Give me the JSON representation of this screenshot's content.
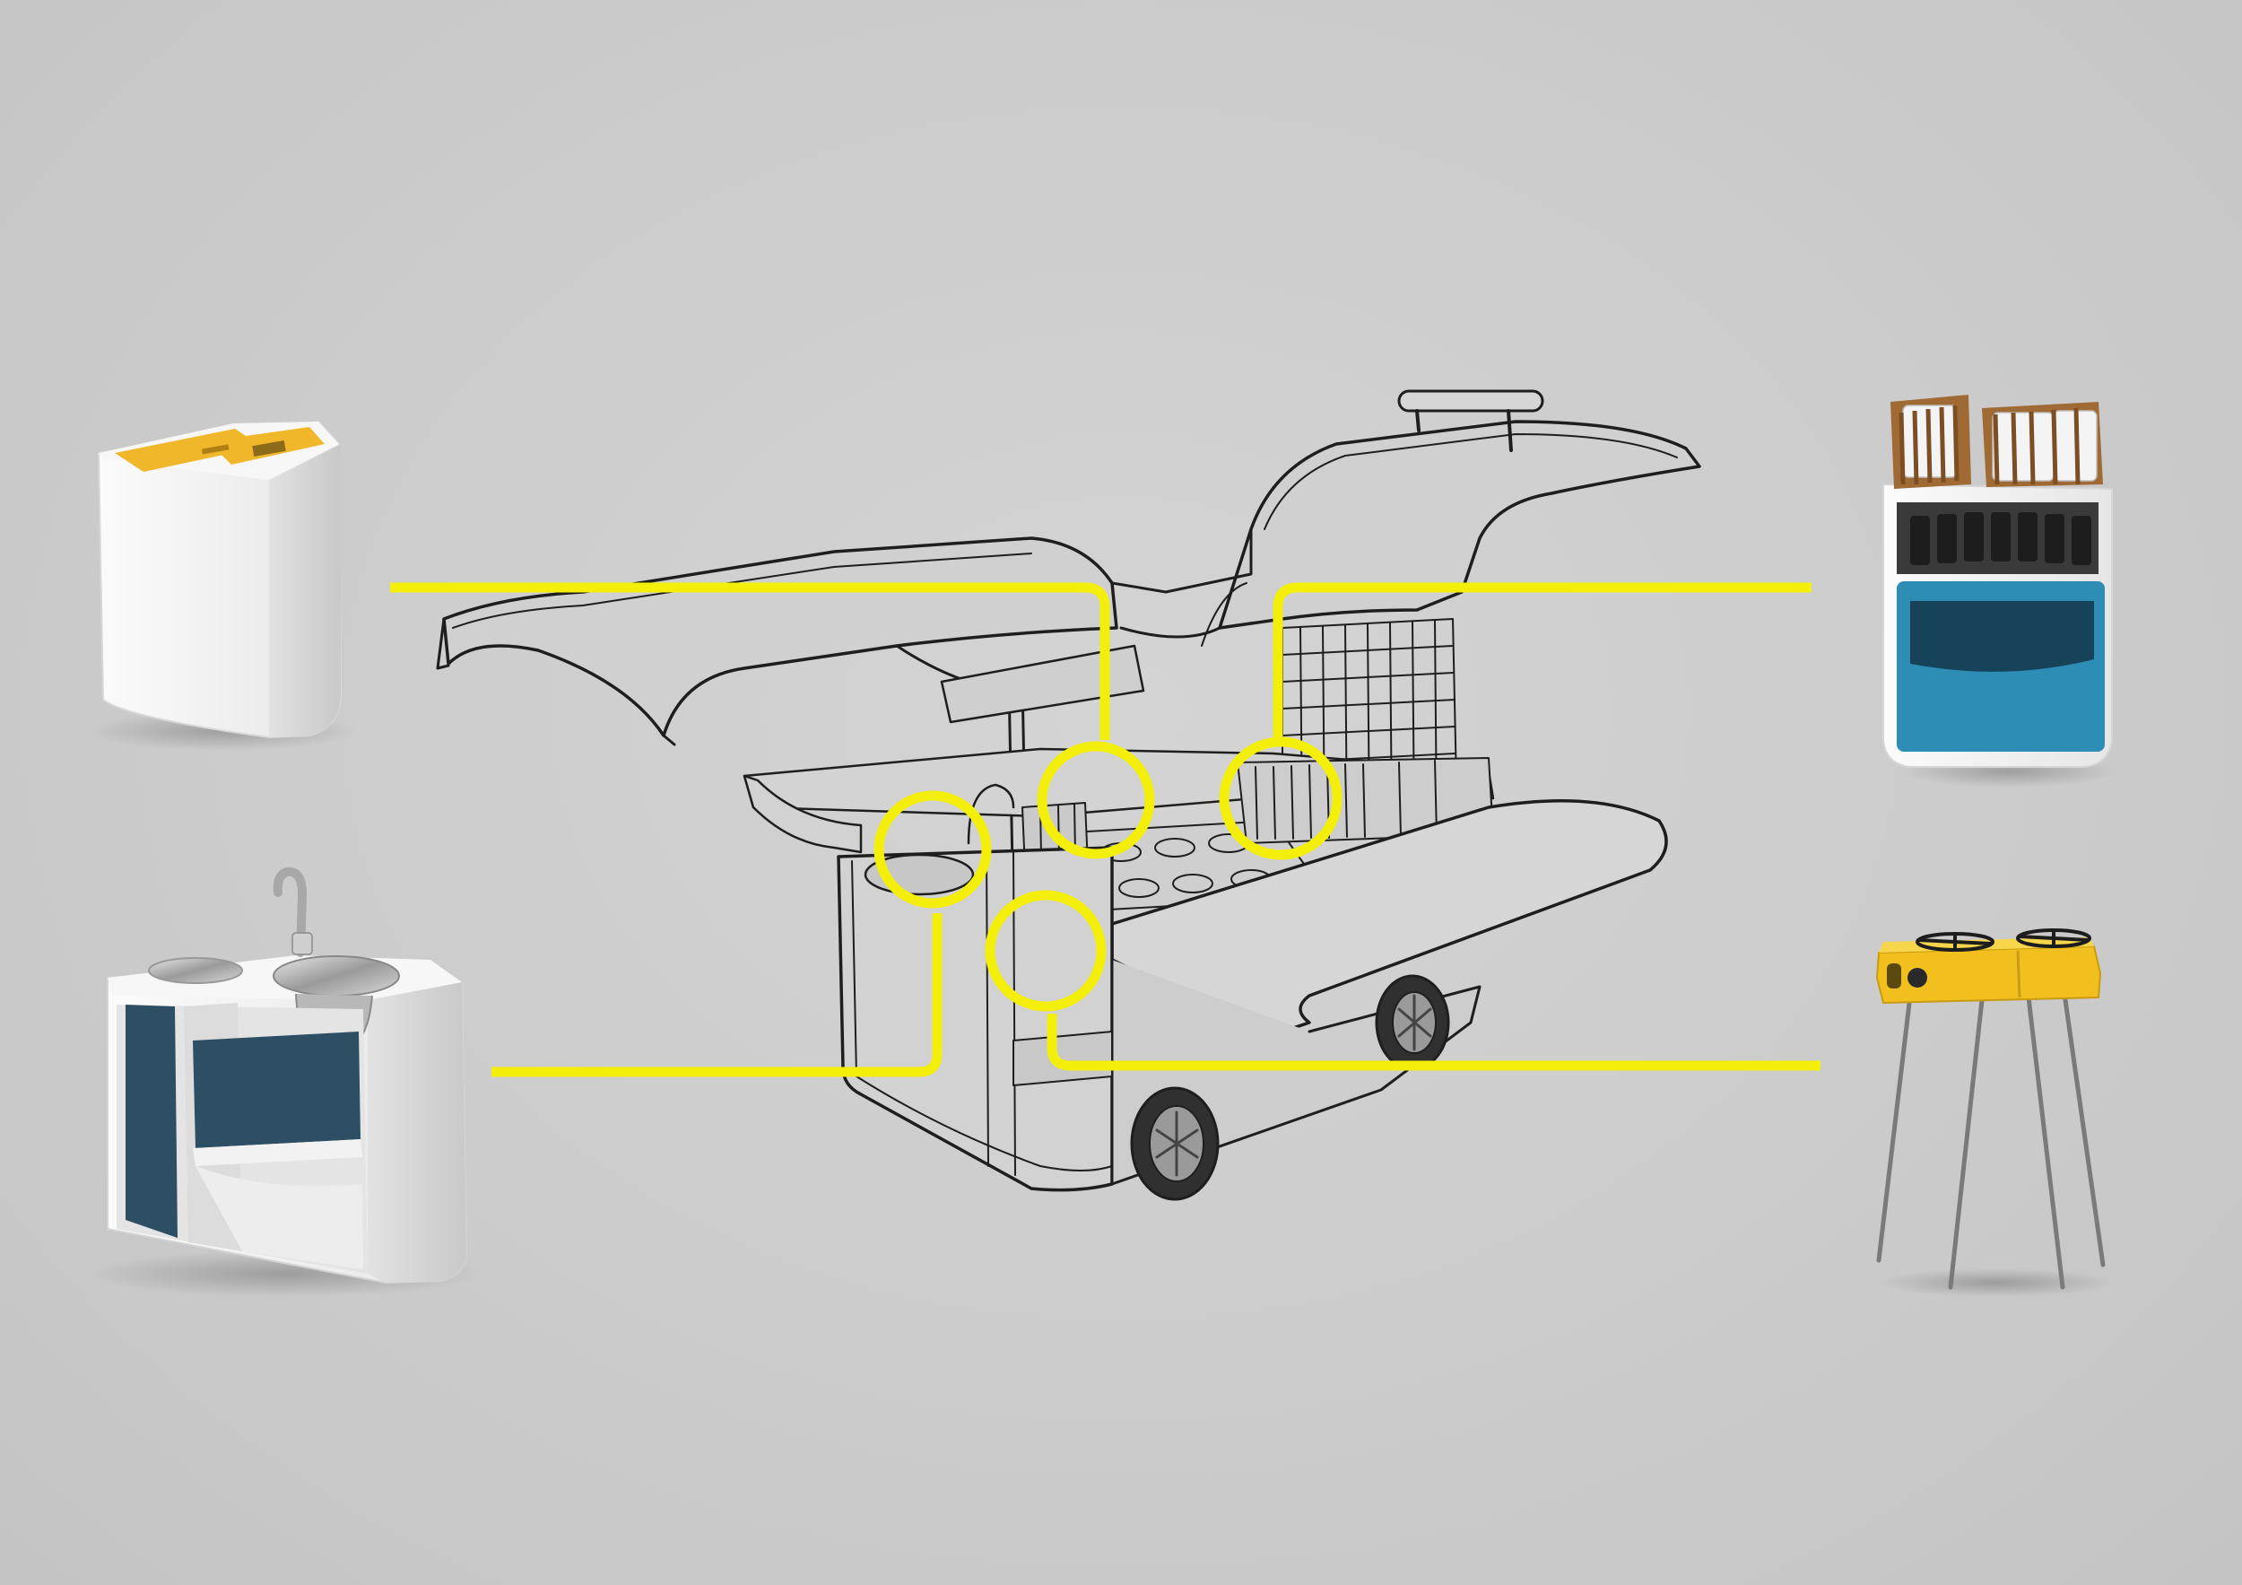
{
  "palette": {
    "background": "#cccccc",
    "highlight": "#f4ef0a",
    "linework": "#1e1e1e",
    "module_body": "#f2f2f2",
    "module_shadow": "#bdbdbd",
    "accent_yellow": "#f0b72a",
    "stove_yellow": "#f2c01e",
    "accent_blue": "#2e8db5",
    "tank_blue": "#2d4e63",
    "wood": "#a06a35"
  },
  "icons": {
    "bin_module": "recycling-bin-icon",
    "dish_module": "dish-rack-cabinet-icon",
    "sink_module": "sink-unit-icon",
    "stove_module": "camping-stove-icon",
    "cart": "food-cart-icon"
  },
  "callouts": [
    {
      "id": "bin",
      "target": "recycling-bin-module"
    },
    {
      "id": "dish",
      "target": "dish-rack-module"
    },
    {
      "id": "sink",
      "target": "sink-module"
    },
    {
      "id": "stove",
      "target": "stove-module"
    }
  ]
}
